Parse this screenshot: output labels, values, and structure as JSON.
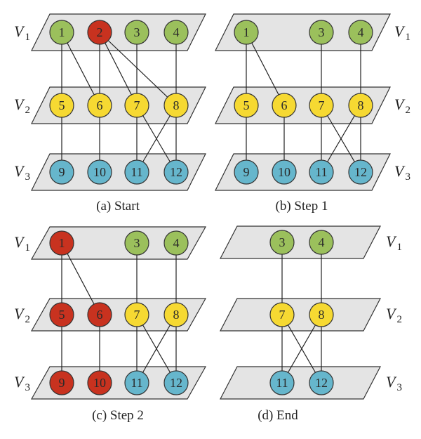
{
  "figure": {
    "colors": {
      "plane_fill": "#e4e4e4",
      "plane_stroke": "#333333",
      "edge_stroke": "#222222",
      "node_stroke": "#333333",
      "green": "#9bc05c",
      "red": "#c8321f",
      "yellow": "#f6d932",
      "blue": "#66b6cc"
    },
    "layers": [
      {
        "name": "V",
        "sub": "1"
      },
      {
        "name": "V",
        "sub": "2"
      },
      {
        "name": "V",
        "sub": "3"
      }
    ],
    "panels": [
      {
        "id": "a",
        "caption": "(a) Start",
        "label_side": "left",
        "nodes": [
          {
            "id": "1",
            "layer": 0,
            "slot": 0,
            "color": "green"
          },
          {
            "id": "2",
            "layer": 0,
            "slot": 1,
            "color": "red"
          },
          {
            "id": "3",
            "layer": 0,
            "slot": 2,
            "color": "green"
          },
          {
            "id": "4",
            "layer": 0,
            "slot": 3,
            "color": "green"
          },
          {
            "id": "5",
            "layer": 1,
            "slot": 0,
            "color": "yellow"
          },
          {
            "id": "6",
            "layer": 1,
            "slot": 1,
            "color": "yellow"
          },
          {
            "id": "7",
            "layer": 1,
            "slot": 2,
            "color": "yellow"
          },
          {
            "id": "8",
            "layer": 1,
            "slot": 3,
            "color": "yellow"
          },
          {
            "id": "9",
            "layer": 2,
            "slot": 0,
            "color": "blue"
          },
          {
            "id": "10",
            "layer": 2,
            "slot": 1,
            "color": "blue"
          },
          {
            "id": "11",
            "layer": 2,
            "slot": 2,
            "color": "blue"
          },
          {
            "id": "12",
            "layer": 2,
            "slot": 3,
            "color": "blue"
          }
        ],
        "edges": [
          [
            "1",
            "5"
          ],
          [
            "1",
            "6"
          ],
          [
            "2",
            "6"
          ],
          [
            "2",
            "7"
          ],
          [
            "2",
            "8"
          ],
          [
            "3",
            "7"
          ],
          [
            "4",
            "8"
          ],
          [
            "5",
            "9"
          ],
          [
            "6",
            "10"
          ],
          [
            "7",
            "11"
          ],
          [
            "7",
            "12"
          ],
          [
            "8",
            "11"
          ],
          [
            "8",
            "12"
          ]
        ]
      },
      {
        "id": "b",
        "caption": "(b) Step 1",
        "label_side": "right",
        "nodes": [
          {
            "id": "1",
            "layer": 0,
            "slot": 0,
            "color": "green"
          },
          {
            "id": "3",
            "layer": 0,
            "slot": 2,
            "color": "green"
          },
          {
            "id": "4",
            "layer": 0,
            "slot": 3,
            "color": "green"
          },
          {
            "id": "5",
            "layer": 1,
            "slot": 0,
            "color": "yellow"
          },
          {
            "id": "6",
            "layer": 1,
            "slot": 1,
            "color": "yellow"
          },
          {
            "id": "7",
            "layer": 1,
            "slot": 2,
            "color": "yellow"
          },
          {
            "id": "8",
            "layer": 1,
            "slot": 3,
            "color": "yellow"
          },
          {
            "id": "9",
            "layer": 2,
            "slot": 0,
            "color": "blue"
          },
          {
            "id": "10",
            "layer": 2,
            "slot": 1,
            "color": "blue"
          },
          {
            "id": "11",
            "layer": 2,
            "slot": 2,
            "color": "blue"
          },
          {
            "id": "12",
            "layer": 2,
            "slot": 3,
            "color": "blue"
          }
        ],
        "edges": [
          [
            "1",
            "5"
          ],
          [
            "1",
            "6"
          ],
          [
            "3",
            "7"
          ],
          [
            "4",
            "8"
          ],
          [
            "5",
            "9"
          ],
          [
            "6",
            "10"
          ],
          [
            "7",
            "11"
          ],
          [
            "7",
            "12"
          ],
          [
            "8",
            "11"
          ],
          [
            "8",
            "12"
          ]
        ]
      },
      {
        "id": "c",
        "caption": "(c) Step 2",
        "label_side": "left",
        "nodes": [
          {
            "id": "1",
            "layer": 0,
            "slot": 0,
            "color": "red"
          },
          {
            "id": "3",
            "layer": 0,
            "slot": 2,
            "color": "green"
          },
          {
            "id": "4",
            "layer": 0,
            "slot": 3,
            "color": "green"
          },
          {
            "id": "5",
            "layer": 1,
            "slot": 0,
            "color": "red"
          },
          {
            "id": "6",
            "layer": 1,
            "slot": 1,
            "color": "red"
          },
          {
            "id": "7",
            "layer": 1,
            "slot": 2,
            "color": "yellow"
          },
          {
            "id": "8",
            "layer": 1,
            "slot": 3,
            "color": "yellow"
          },
          {
            "id": "9",
            "layer": 2,
            "slot": 0,
            "color": "red"
          },
          {
            "id": "10",
            "layer": 2,
            "slot": 1,
            "color": "red"
          },
          {
            "id": "11",
            "layer": 2,
            "slot": 2,
            "color": "blue"
          },
          {
            "id": "12",
            "layer": 2,
            "slot": 3,
            "color": "blue"
          }
        ],
        "edges": [
          [
            "1",
            "5"
          ],
          [
            "1",
            "6"
          ],
          [
            "3",
            "7"
          ],
          [
            "4",
            "8"
          ],
          [
            "5",
            "9"
          ],
          [
            "6",
            "10"
          ],
          [
            "7",
            "11"
          ],
          [
            "7",
            "12"
          ],
          [
            "8",
            "11"
          ],
          [
            "8",
            "12"
          ]
        ]
      },
      {
        "id": "d",
        "caption": "(d) End",
        "label_side": "right",
        "nodes": [
          {
            "id": "3",
            "layer": 0,
            "slot": 0,
            "color": "green"
          },
          {
            "id": "4",
            "layer": 0,
            "slot": 1,
            "color": "green"
          },
          {
            "id": "7",
            "layer": 1,
            "slot": 0,
            "color": "yellow"
          },
          {
            "id": "8",
            "layer": 1,
            "slot": 1,
            "color": "yellow"
          },
          {
            "id": "11",
            "layer": 2,
            "slot": 0,
            "color": "blue"
          },
          {
            "id": "12",
            "layer": 2,
            "slot": 1,
            "color": "blue"
          }
        ],
        "edges": [
          [
            "3",
            "7"
          ],
          [
            "4",
            "8"
          ],
          [
            "7",
            "11"
          ],
          [
            "7",
            "12"
          ],
          [
            "8",
            "11"
          ],
          [
            "8",
            "12"
          ]
        ]
      }
    ]
  }
}
